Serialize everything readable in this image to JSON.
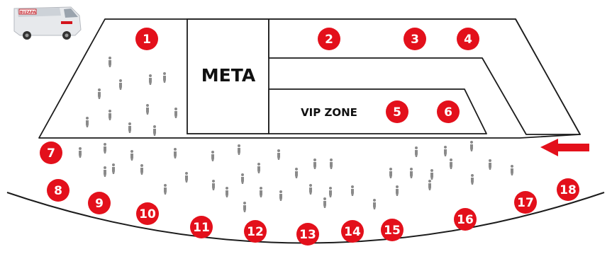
{
  "labels": {
    "meta": "META",
    "vip_zone": "VIP ZONE",
    "van_brand": "BUZAPA"
  },
  "colors": {
    "accent_red": "#e3101b",
    "outline": "#1c1c1c",
    "person_grey": "#8a8a8a"
  },
  "icons": {
    "van": "van-icon",
    "direction_arrow": "arrow-left-icon",
    "person": "person-icon"
  },
  "markers": [
    "1",
    "2",
    "3",
    "4",
    "5",
    "6",
    "7",
    "8",
    "9",
    "10",
    "11",
    "12",
    "13",
    "14",
    "15",
    "16",
    "17",
    "18"
  ]
}
